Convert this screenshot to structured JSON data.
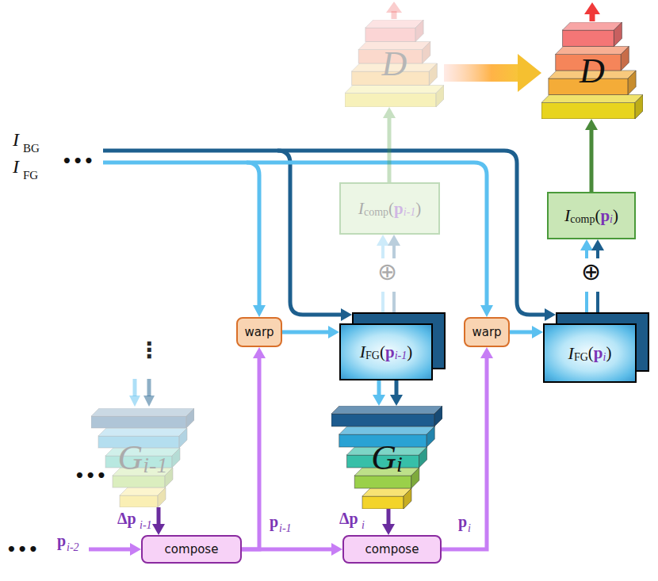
{
  "diagram": {
    "nodes": [
      {
        "text": [
          "D"
        ]
      },
      {
        "text": [
          "D"
        ]
      },
      {
        "text": [
          "I",
          "comp",
          "(",
          "p",
          "i-1",
          ")"
        ]
      },
      {
        "text": [
          "I",
          "comp",
          "(",
          "p",
          "i",
          ")"
        ]
      },
      {
        "text": [
          "warp"
        ]
      },
      {
        "text": [
          "I",
          "FG",
          "(",
          "p",
          "i-1",
          ")"
        ]
      },
      {
        "text": [
          "warp"
        ]
      },
      {
        "text": [
          "I",
          "FG",
          "(",
          "p",
          "i",
          ")"
        ]
      },
      {
        "text": [
          "G",
          "i-1"
        ]
      },
      {
        "text": [
          "G",
          "i"
        ]
      },
      {
        "text": [
          "compose"
        ]
      },
      {
        "text": [
          "compose"
        ]
      }
    ],
    "edges": [
      {
        "from": 0,
        "to": 1,
        "arrow": "to"
      },
      {
        "from": 2,
        "to": 0,
        "arrow": "to"
      },
      {
        "from": 3,
        "to": 1,
        "arrow": "to"
      },
      {
        "from": 4,
        "to": 5,
        "arrow": "to"
      },
      {
        "from": 6,
        "to": 7,
        "arrow": "to"
      },
      {
        "from": 5,
        "to": 9,
        "arrow": "to"
      },
      {
        "from": 5,
        "to": 2,
        "arrow": "to"
      },
      {
        "from": 7,
        "to": 3,
        "arrow": "to"
      },
      {
        "from": 8,
        "to": 10,
        "arrow": "to"
      },
      {
        "from": 9,
        "to": 11,
        "arrow": "to"
      },
      {
        "from": 10,
        "to": 4,
        "arrow": "to"
      },
      {
        "from": 10,
        "to": 11,
        "arrow": "to"
      },
      {
        "from": 11,
        "to": 6,
        "arrow": "to"
      }
    ],
    "labels": [
      "I",
      "BG",
      "I",
      "FG",
      "•••",
      "⋮",
      "•••",
      "•••",
      "p",
      "i-2",
      "Δp",
      "i-1",
      "p",
      "i-1",
      "Δp",
      "i",
      "p",
      "i",
      "⊕",
      "⊕"
    ]
  }
}
